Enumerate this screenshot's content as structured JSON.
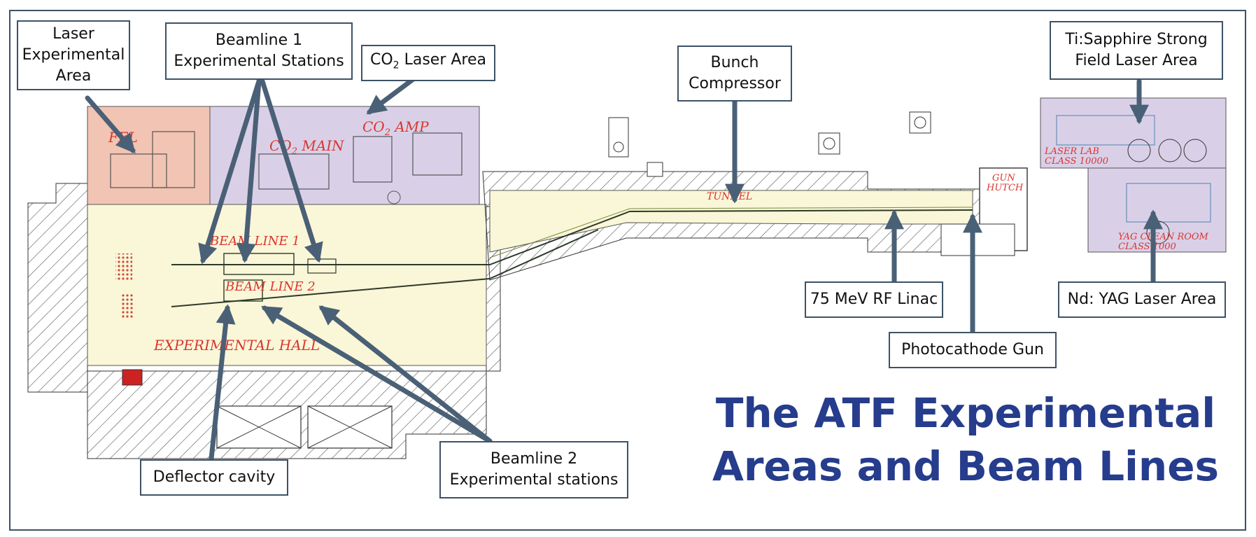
{
  "title": {
    "line1": "The ATF Experimental",
    "line2": "Areas and Beam Lines"
  },
  "callouts": {
    "laser_exp_area": [
      "Laser",
      "Experimental",
      "Area"
    ],
    "beamline1": [
      "Beamline 1",
      "Experimental Stations"
    ],
    "co2_laser_area": {
      "prefix": "CO",
      "sub": "2",
      "suffix": " Laser Area"
    },
    "bunch_compressor": [
      "Bunch",
      "Compressor"
    ],
    "tisapphire": [
      "Ti:Sapphire Strong",
      "Field Laser Area"
    ],
    "linac": "75 MeV RF Linac",
    "ndyag": "Nd: YAG Laser Area",
    "photocathode": "Photocathode Gun",
    "deflector": "Deflector cavity",
    "beamline2": [
      "Beamline 2",
      "Experimental stations"
    ]
  },
  "plan_labels": {
    "fel": "FEL",
    "co2_main": "CO",
    "co2_main_sub": "2",
    "co2_main_suffix": " MAIN",
    "co2_amp": "CO",
    "co2_amp_sub": "2",
    "co2_amp_suffix": " AMP",
    "beam_line_1": "BEAM LINE 1",
    "beam_line_2": "BEAM LINE 2",
    "experimental_hall": "EXPERIMENTAL HALL",
    "tunnel": "TUNNEL",
    "gun": "GUN",
    "hutch": "HUTCH",
    "laser_lab": "LASER LAB",
    "class_10000": "CLASS 10000",
    "yag_clean_room": "YAG CLEAN ROOM",
    "class_1000": "CLASS 1000"
  },
  "colors": {
    "frame": "#3d5266",
    "arrow": "#4a6076",
    "title": "#263c8c",
    "fel_fill": "#f2c4b3",
    "laser_fill": "#d9d0e8",
    "hall_fill": "#faf6d8",
    "plan_label": "#d9362f"
  }
}
